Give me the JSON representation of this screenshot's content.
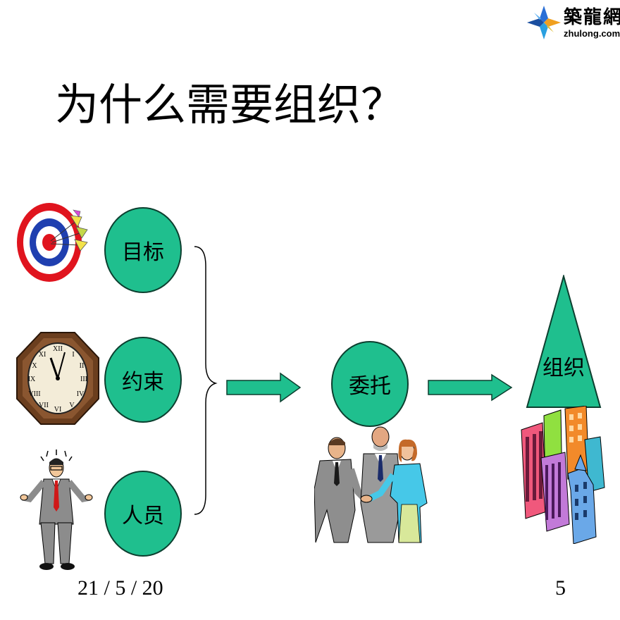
{
  "logo": {
    "cn": "築龍網",
    "en": "zhulong.com"
  },
  "title": "为什么需要组织？",
  "factors": [
    {
      "label": "目标"
    },
    {
      "label": "约束"
    },
    {
      "label": "人员"
    }
  ],
  "middle": {
    "label": "委托"
  },
  "result": {
    "label": "组织"
  },
  "footer": {
    "date": "21 / 5 / 20",
    "page": "5"
  },
  "colors": {
    "circle_fill": "#1fbf8e",
    "circle_border": "#0c3f2f",
    "arrow_fill": "#1fbf8e"
  }
}
